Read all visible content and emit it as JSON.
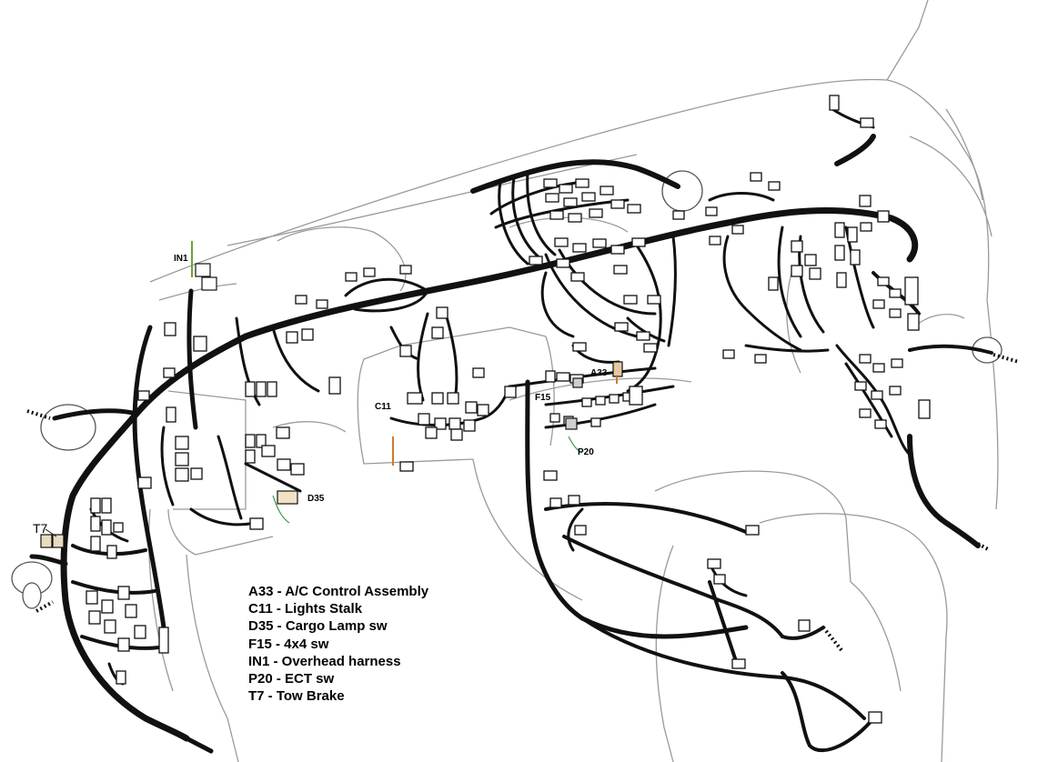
{
  "callouts": {
    "in1": "IN1",
    "c11": "C11",
    "d35": "D35",
    "a33": "A33",
    "f15": "F15",
    "p20": "P20",
    "t7": "T7"
  },
  "legend": [
    "A33 - A/C Control Assembly",
    "C11 - Lights Stalk",
    "D35 - Cargo Lamp sw",
    "F15 - 4x4 sw",
    "IN1 - Overhead harness",
    "P20 - ECT sw",
    "T7 - Tow Brake"
  ],
  "colors": {
    "harness": "#111111",
    "outline": "#9a9a9a",
    "connector_fill": "#ffffff",
    "t7_connector": "#e8dcc0",
    "d35_connector": "#f2e2c2",
    "in1_wire": "#6aa33a",
    "a33_wire": "#d07a2a",
    "p20_wire": "#3a9a4a"
  }
}
